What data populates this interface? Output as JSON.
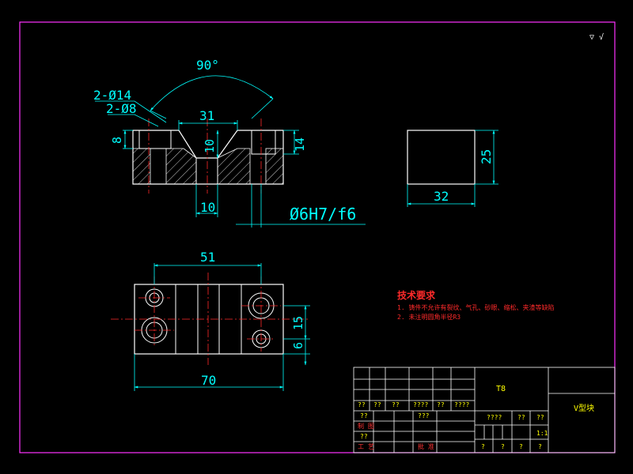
{
  "colors": {
    "background": "#000000",
    "frame": "#ff33ff",
    "geometry": "#ffffff",
    "dimension": "#00ffff",
    "centerline": "#ff2a2a",
    "hatch": "#ffffff",
    "tech_text": "#ff2a2a",
    "title_text": "#ffff00",
    "title_red": "#ff3333"
  },
  "corner_mark": "▽ √",
  "dims": {
    "angle": "90°",
    "hole_big": "2-Ø14",
    "hole_small": "2-Ø8",
    "top_width": "31",
    "v_depth": "10",
    "left_height": "8",
    "right_height": "14",
    "bottom_width": "10",
    "fit": "Ø6H7/f6",
    "side_height": "25",
    "side_width": "32",
    "plan_hole_spacing": "51",
    "plan_width": "70",
    "plan_h15": "15",
    "plan_h6": "6"
  },
  "tech": {
    "title": "技术要求",
    "line1": "1. 铸件不允许有裂纹、气孔、砂眼、缩松、夹渣等缺陷",
    "line2": "2. 未注明圆角半径R3"
  },
  "title_block": {
    "material": "T8",
    "part_name": "V型块",
    "scale": "1:1",
    "row1": [
      "??",
      "??",
      "??",
      "????",
      "??",
      "????"
    ],
    "row2_a": "??",
    "row2_b": "???",
    "row2_c": "????",
    "row2_d": "??",
    "row2_e": "??",
    "label_design": "制 图",
    "row4_a": "??",
    "label_craft": "工 艺",
    "label_approve": "批 准",
    "bottom_marks": [
      "?",
      "?",
      "?",
      "?"
    ]
  }
}
